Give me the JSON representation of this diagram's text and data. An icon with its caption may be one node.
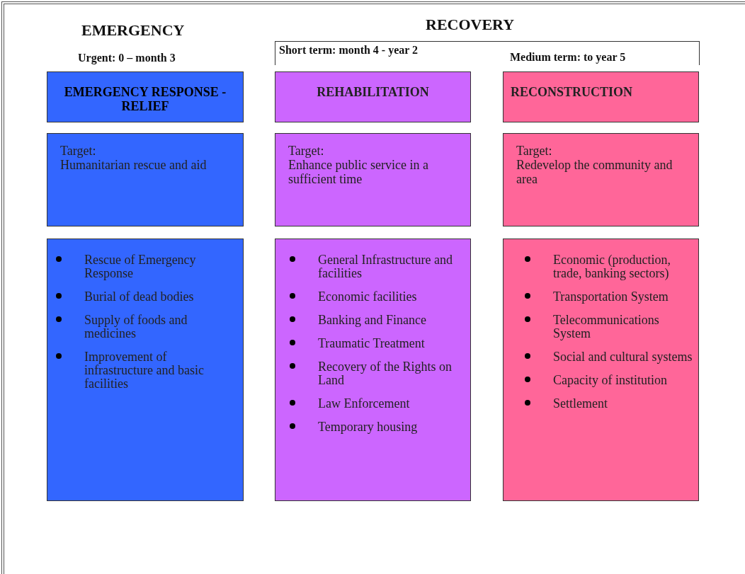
{
  "diagram": {
    "nodes": [
      {
        "text": [
          "EMERGENCY RESPONSE - RELIEF"
        ]
      },
      {
        "text": [
          "REHABILITATION"
        ]
      },
      {
        "text": [
          "RECONSTRUCTION"
        ]
      },
      {
        "text": [
          "Target:",
          "Humanitarian rescue and aid"
        ]
      },
      {
        "text": [
          "Target:",
          "Enhance public service in a sufficient time"
        ]
      },
      {
        "text": [
          "Target:",
          "Redevelop the community and area"
        ]
      },
      {
        "text": [
          "Rescue of Emergency Response",
          "Burial of dead bodies",
          "Supply of foods and medicines",
          "Improvement of infrastructure and basic facilities"
        ]
      },
      {
        "text": [
          "General Infrastructure and facilities",
          "Economic facilities",
          "Banking and Finance",
          "Traumatic Treatment",
          "Recovery of the Rights on Land",
          "Law Enforcement",
          "Temporary housing"
        ]
      },
      {
        "text": [
          "Economic (production, trade, banking sectors)",
          "Transportation System",
          "Telecommunications System",
          "Social and cultural systems",
          "Capacity of institution",
          "Settlement"
        ]
      }
    ],
    "labels": [
      "EMERGENCY",
      "RECOVERY",
      "Urgent: 0 – month 3",
      "Short term: month 4 - year 2",
      "Medium term: to year 5"
    ]
  }
}
